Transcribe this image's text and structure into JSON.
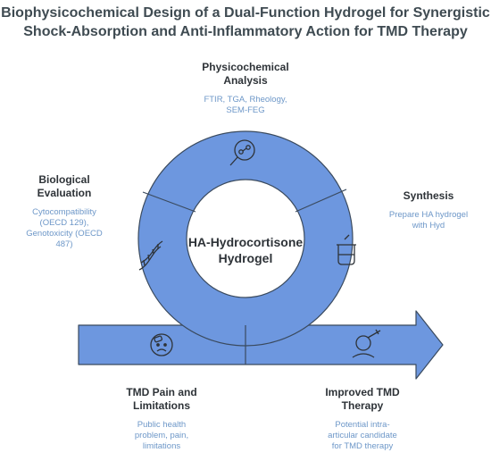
{
  "title": {
    "line1": "Biophysicochemical Design of a Dual-Function Hydrogel for Synergistic",
    "line2": "Shock-Absorption and Anti-Inflammatory Action for TMD Therapy"
  },
  "center": {
    "line1": "HA-Hydrocortisone",
    "line2": "Hydrogel"
  },
  "stages": {
    "physicochemical": {
      "title_line1": "Physicochemical",
      "title_line2": "Analysis",
      "desc_line1": "FTIR, TGA, Rheology,",
      "desc_line2": "SEM-FEG",
      "icon": "molecule-magnifier-icon"
    },
    "synthesis": {
      "title_line1": "Synthesis",
      "desc_line1": "Prepare HA hydrogel",
      "desc_line2": "with Hyd",
      "icon": "lab-beaker-icon"
    },
    "biological": {
      "title_line1": "Biological",
      "title_line2": "Evaluation",
      "desc_line1": "Cytocompatibility",
      "desc_line2": "(OECD 129),",
      "desc_line3": "Genotoxicity (OECD",
      "desc_line4": "487)",
      "icon": "dna-icon"
    },
    "pain": {
      "title_line1": "TMD Pain and",
      "title_line2": "Limitations",
      "desc_line1": "Public health",
      "desc_line2": "problem, pain,",
      "desc_line3": "limitations",
      "icon": "sad-face-bandage-icon"
    },
    "improved": {
      "title_line1": "Improved TMD",
      "title_line2": "Therapy",
      "desc_line1": "Potential intra-",
      "desc_line2": "articular candidate",
      "desc_line3": "for TMD therapy",
      "icon": "patient-injection-icon"
    }
  },
  "colors": {
    "fill": "#6d97df",
    "stroke": "#3a4a5e",
    "heading": "#2e3338",
    "description": "#6d97c8"
  }
}
